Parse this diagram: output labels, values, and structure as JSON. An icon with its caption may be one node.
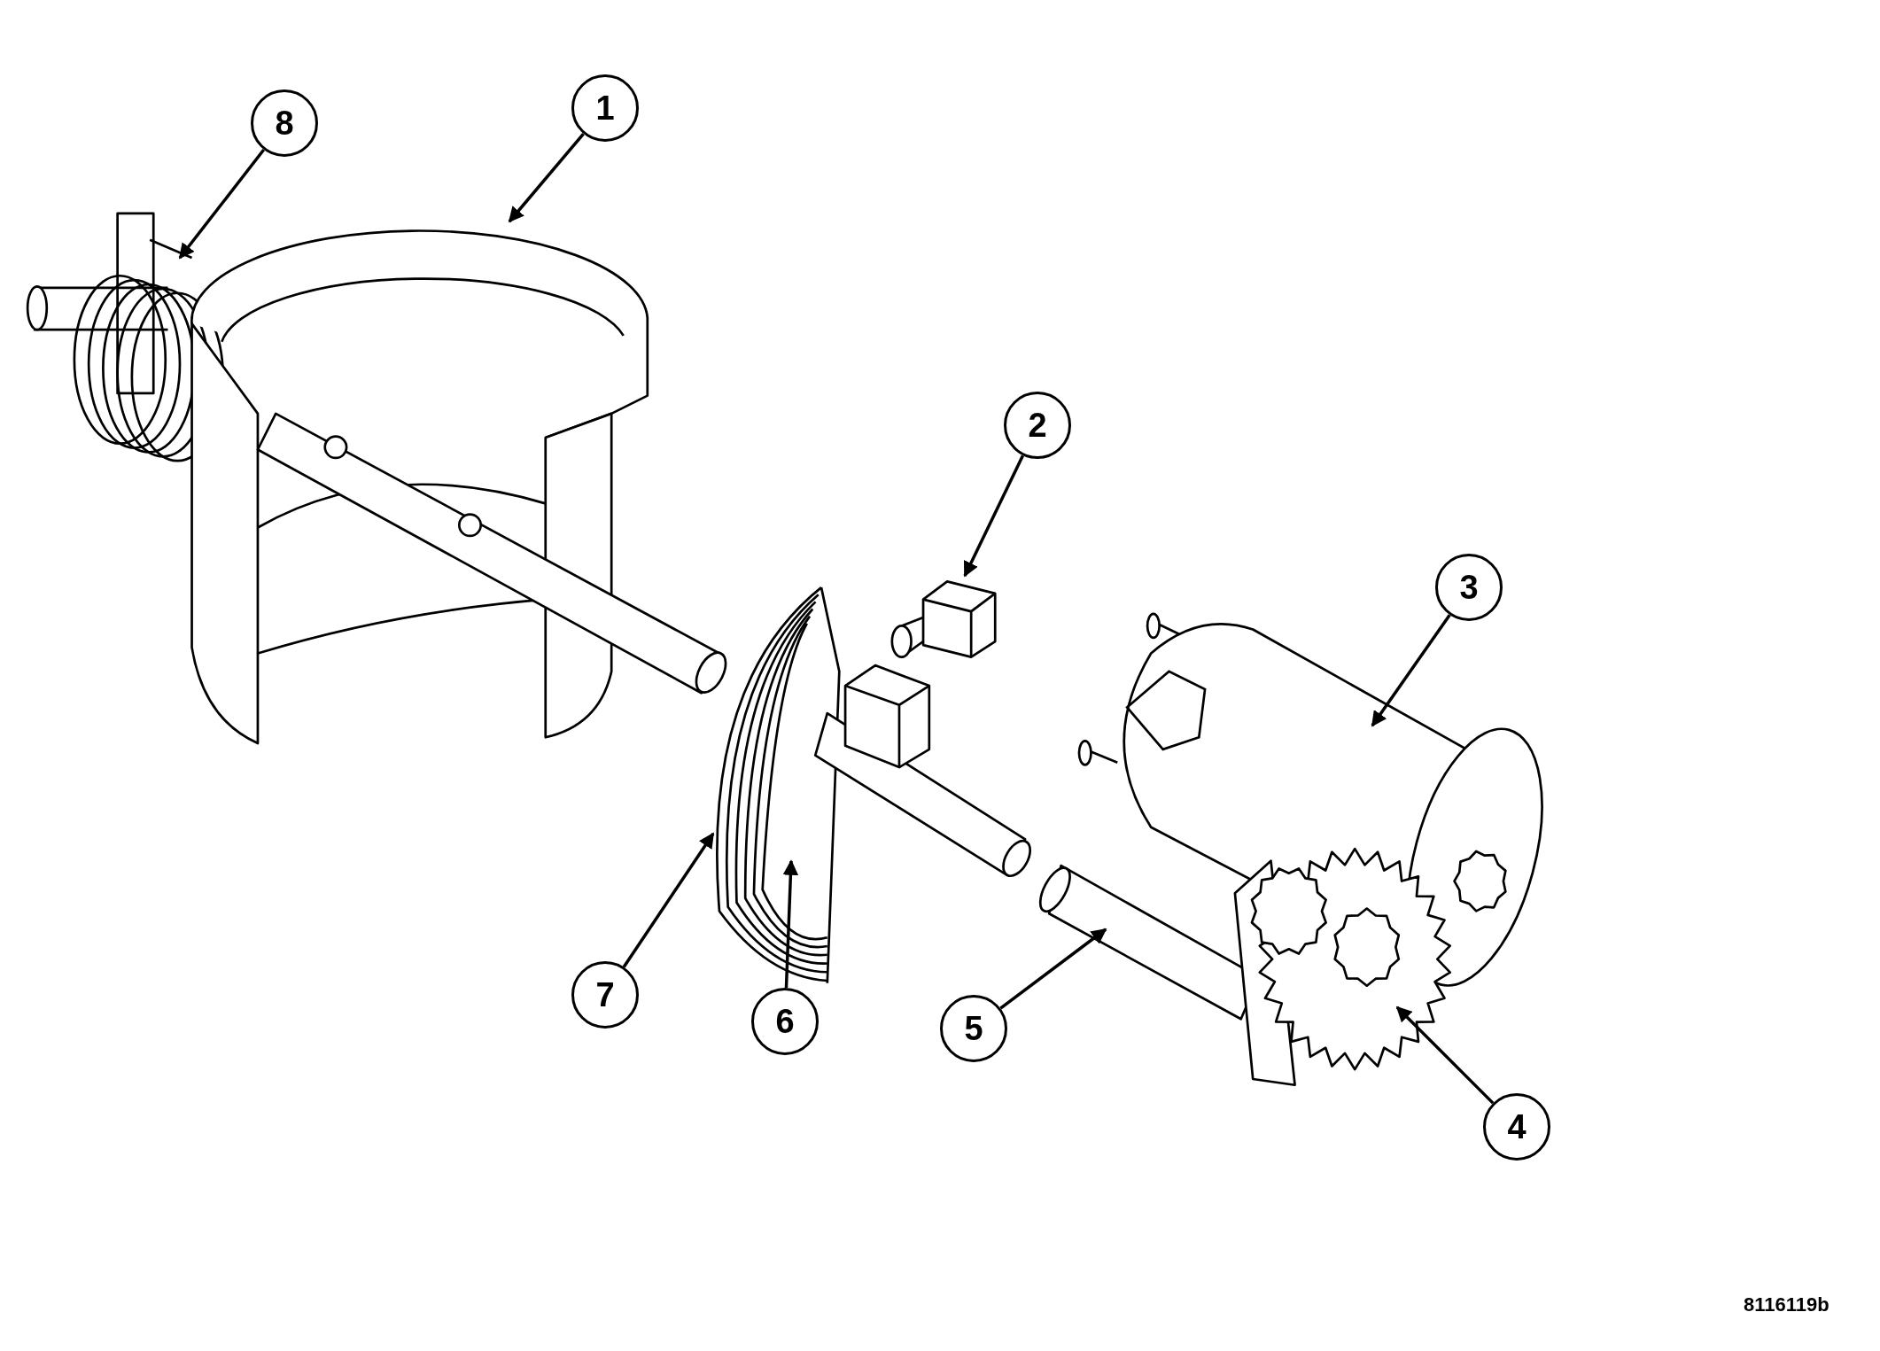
{
  "diagram": {
    "nodes": [
      {
        "text": [
          "1"
        ]
      },
      {
        "text": [
          "2"
        ]
      },
      {
        "text": [
          "3"
        ]
      },
      {
        "text": [
          "4"
        ]
      },
      {
        "text": [
          "5"
        ]
      },
      {
        "text": [
          "6"
        ]
      },
      {
        "text": [
          "7"
        ]
      },
      {
        "text": [
          "8"
        ]
      }
    ],
    "edges": [
      {
        "from": 0,
        "to": null,
        "arrow": "to"
      },
      {
        "from": 1,
        "to": null,
        "arrow": "to"
      },
      {
        "from": 2,
        "to": null,
        "arrow": "to"
      },
      {
        "from": 3,
        "to": null,
        "arrow": "to"
      },
      {
        "from": 4,
        "to": null,
        "arrow": "to"
      },
      {
        "from": 5,
        "to": null,
        "arrow": "to"
      },
      {
        "from": 6,
        "to": null,
        "arrow": "to"
      },
      {
        "from": 7,
        "to": null,
        "arrow": "to"
      }
    ],
    "labels": [
      "8116119b"
    ]
  }
}
